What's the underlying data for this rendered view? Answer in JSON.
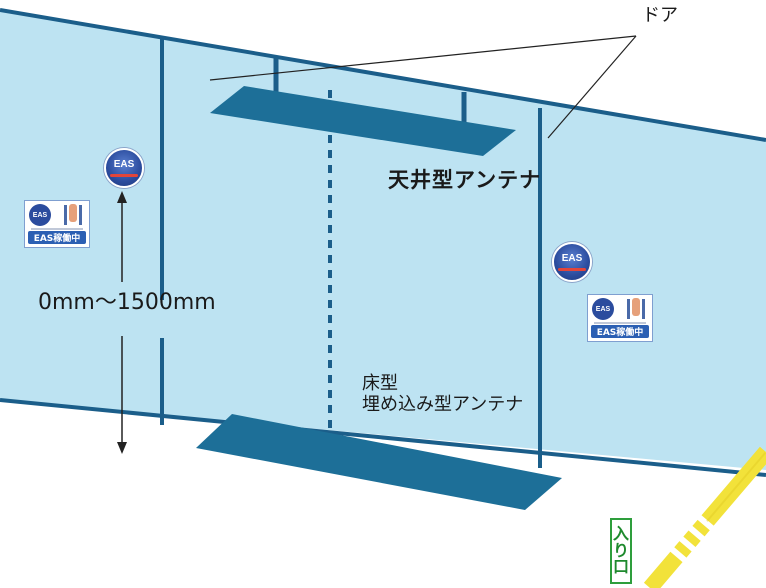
{
  "colors": {
    "wall_fill": "#bde3f2",
    "frame_line": "#1b5e8a",
    "antenna_fill": "#1d6f98",
    "entrance_stripe": "#f2e23a",
    "entrance_border": "#2e9e3c"
  },
  "labels": {
    "door": "ドア",
    "ceiling_antenna": "天井型アンテナ",
    "height_range": "0mm～1500mm",
    "floor_line1": "床型",
    "floor_line2": "埋め込み型アンテナ",
    "entrance_char1": "入",
    "entrance_char2": "り",
    "entrance_char3": "口"
  },
  "badges": {
    "logo_text": "EAS",
    "sign_caption": "EAS稼働中",
    "badge_icon": "eas-logo-icon",
    "sign_icon": "eas-operating-sign-icon"
  }
}
